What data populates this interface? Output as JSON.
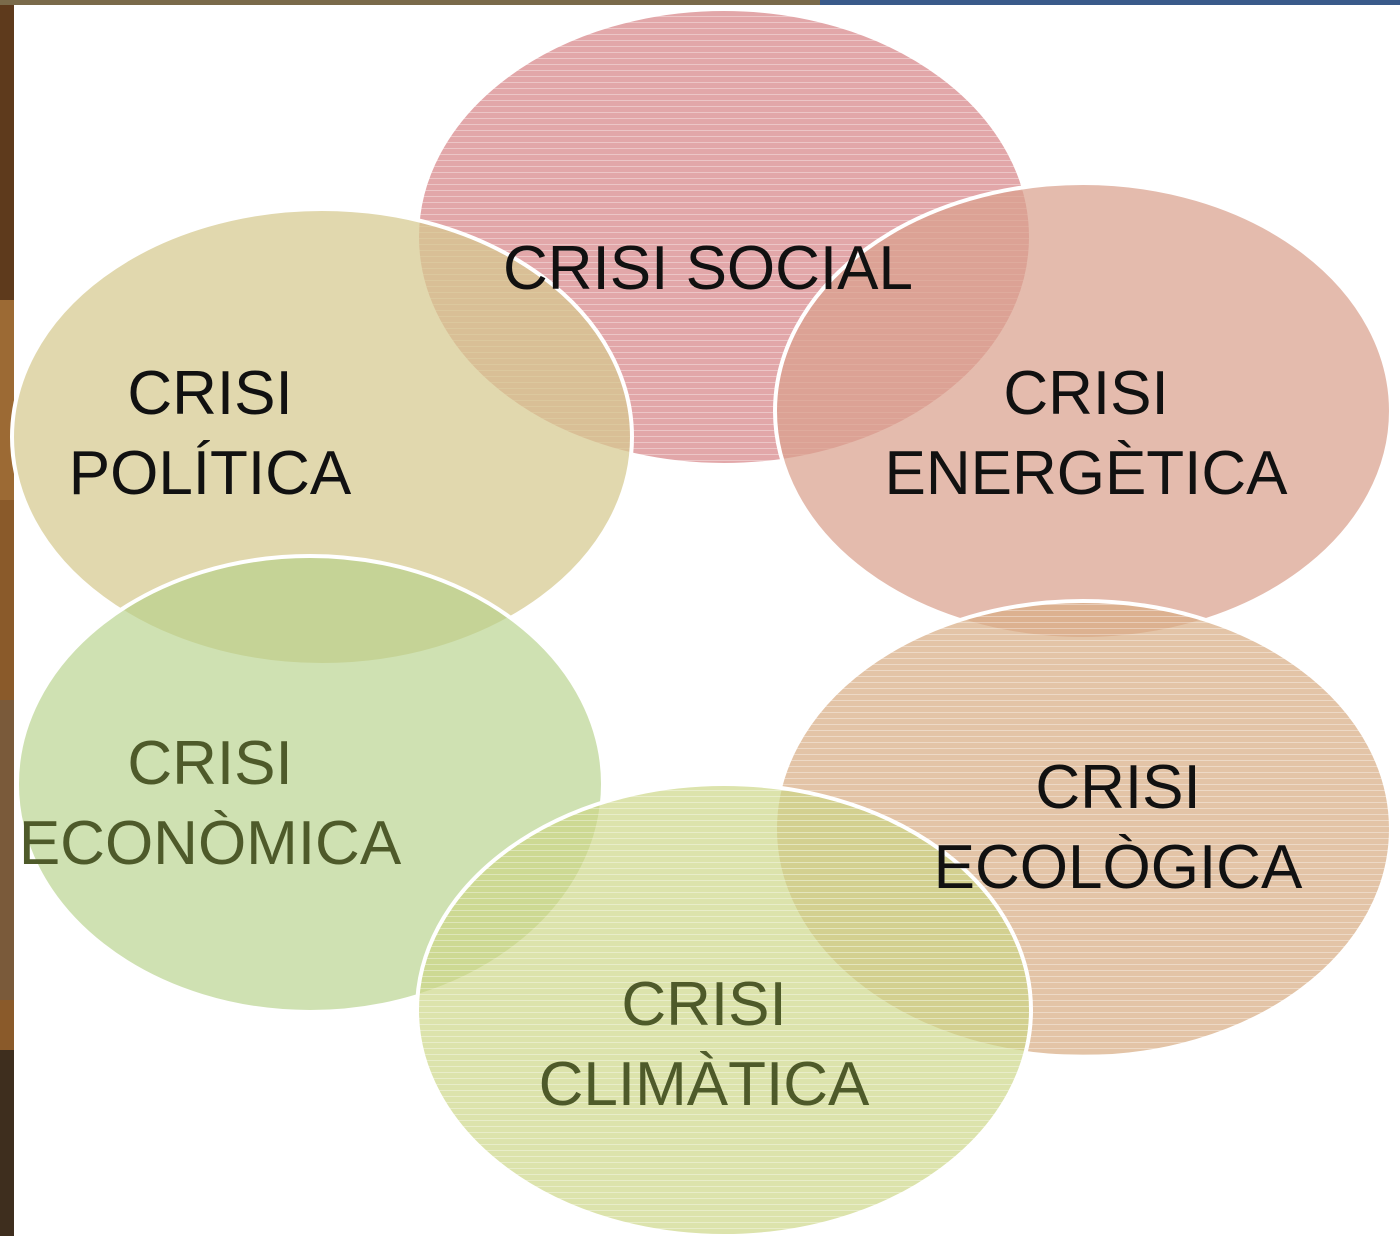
{
  "colors": {
    "social": "#d88a8c",
    "energetica": "#d9a18e",
    "politica": "#d6c98f",
    "economica": "#b5d188",
    "ecologica": "#d8ad85",
    "climatica": "#cbd585",
    "outline": "#ffffff",
    "text_dark": "#111111",
    "text_green": "#4e5a2a"
  },
  "nodes": {
    "social": {
      "label": "CRISI SOCIAL"
    },
    "energetica": {
      "line1": "CRISI",
      "line2": "ENERGÈTICA"
    },
    "politica": {
      "line1": "CRISI",
      "line2": "POLÍTICA"
    },
    "economica": {
      "line1": "CRISI",
      "line2": "ECONÒMICA"
    },
    "ecologica": {
      "line1": "CRISI",
      "line2": "ECOLÒGICA"
    },
    "climatica": {
      "line1": "CRISI",
      "line2": "CLIMÀTICA"
    }
  }
}
